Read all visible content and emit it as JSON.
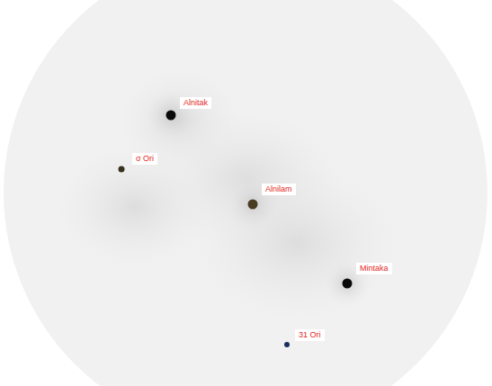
{
  "diagram": {
    "labels": [
      "Alnitak",
      "σ Ori",
      "Alnilam",
      "Mintaka",
      "31 Ori"
    ]
  }
}
